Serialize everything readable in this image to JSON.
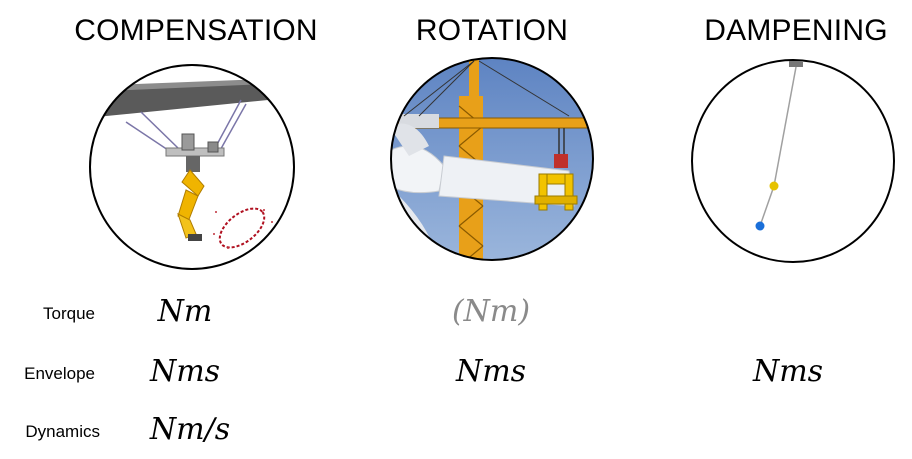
{
  "columns": [
    {
      "title": "COMPENSATION"
    },
    {
      "title": "ROTATION"
    },
    {
      "title": "DAMPENING"
    }
  ],
  "rows": [
    {
      "label": "Torque",
      "units": [
        "Nm",
        "(Nm)",
        ""
      ]
    },
    {
      "label": "Envelope",
      "units": [
        "Nms",
        "Nms",
        "Nms"
      ]
    },
    {
      "label": "Dynamics",
      "units": [
        "Nm/s",
        "",
        ""
      ]
    }
  ],
  "colors": {
    "robot_yellow": "#f0b400",
    "crane_yellow": "#e8a019",
    "sky_blue": "#6f93c9",
    "pendulum_yellow": "#e6c200",
    "pendulum_blue": "#1a6fd9",
    "trajectory_red": "#b01020",
    "grey_unit": "#8a8a8a"
  }
}
